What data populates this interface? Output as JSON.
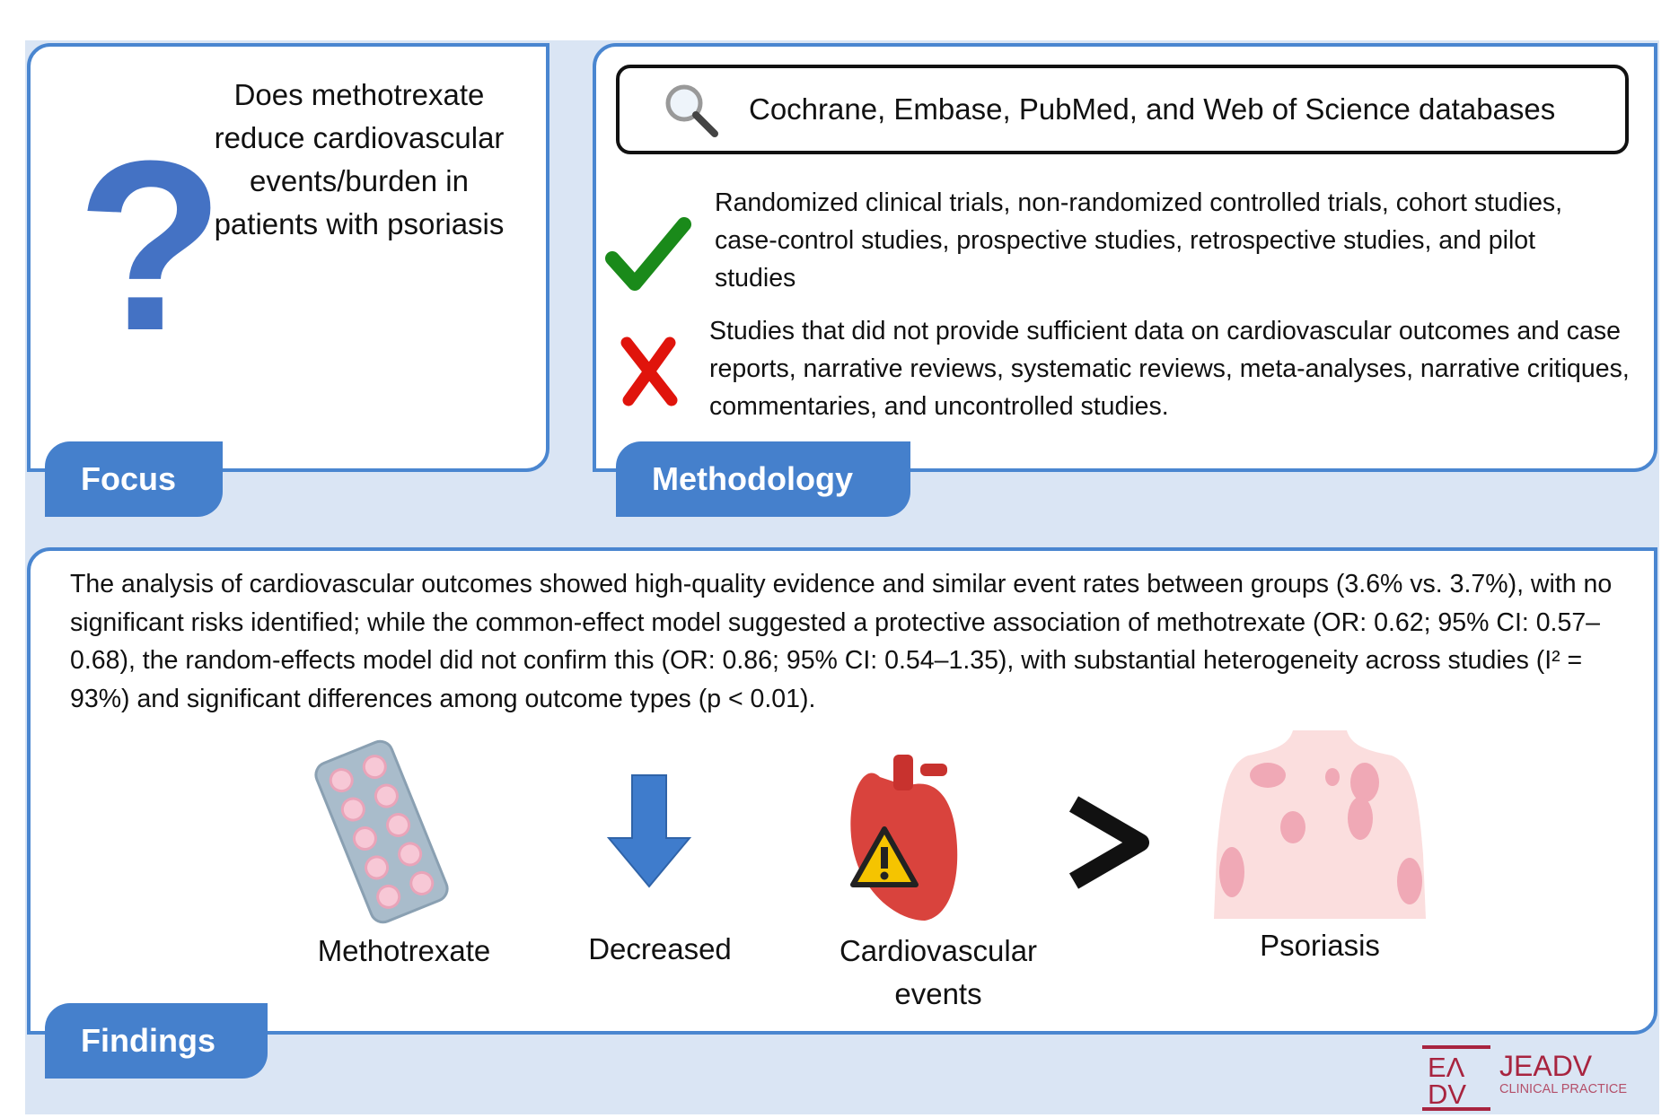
{
  "focus": {
    "tab": "Focus",
    "question": "Does methotrexate reduce cardiovascular events/burden in patients with psoriasis",
    "icon": "question-mark-icon"
  },
  "methodology": {
    "tab": "Methodology",
    "databases": "Cochrane, Embase, PubMed, and Web of Science databases",
    "inclusion": "Randomized clinical trials, non-randomized controlled trials, cohort studies, case-control studies, prospective studies, retrospective studies, and pilot studies",
    "exclusion": "Studies that did not provide sufficient data on cardiovascular outcomes and case reports, narrative reviews, systematic reviews, meta-analyses, narrative critiques, commentaries, and uncontrolled studies."
  },
  "findings": {
    "tab": "Findings",
    "summary": "The analysis of cardiovascular outcomes showed high-quality evidence and similar event rates between groups (3.6% vs. 3.7%), with no significant risks identified; while the common-effect model suggested a protective association of methotrexate (OR: 0.62; 95% CI: 0.57–0.68), the random-effects model did not confirm this (OR: 0.86; 95% CI: 0.54–1.35), with substantial heterogeneity across studies (I² = 93%) and significant differences among outcome types (p < 0.01).",
    "labels": [
      "Methotrexate",
      "Decreased",
      "Cardiovascular events",
      "Psoriasis"
    ]
  },
  "logo": {
    "mark": "EADV",
    "name": "JEADV",
    "sub": "CLINICAL PRACTICE"
  },
  "colors": {
    "accent": "#4580cc",
    "background": "#dae5f4",
    "check": "#1a8a1a",
    "cross": "#e0140c",
    "logo": "#a8243f"
  }
}
